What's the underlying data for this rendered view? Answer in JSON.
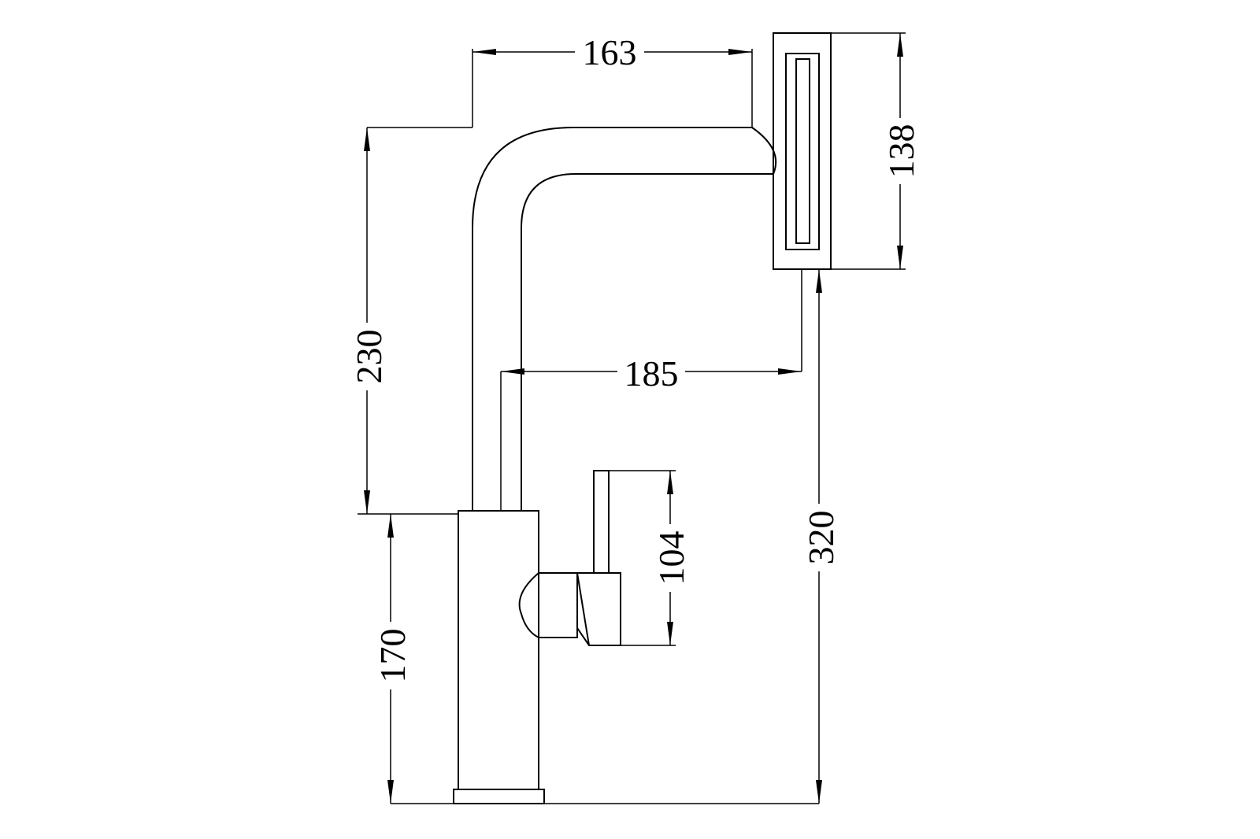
{
  "diagram": {
    "subject": "faucet side elevation with dimensions",
    "dimensions": {
      "spout_reach_top": "163",
      "spout_head_height": "138",
      "spout_height_from_body": "230",
      "spout_reach_inner": "185",
      "handle_height": "104",
      "body_height": "170",
      "total_height": "320"
    }
  }
}
